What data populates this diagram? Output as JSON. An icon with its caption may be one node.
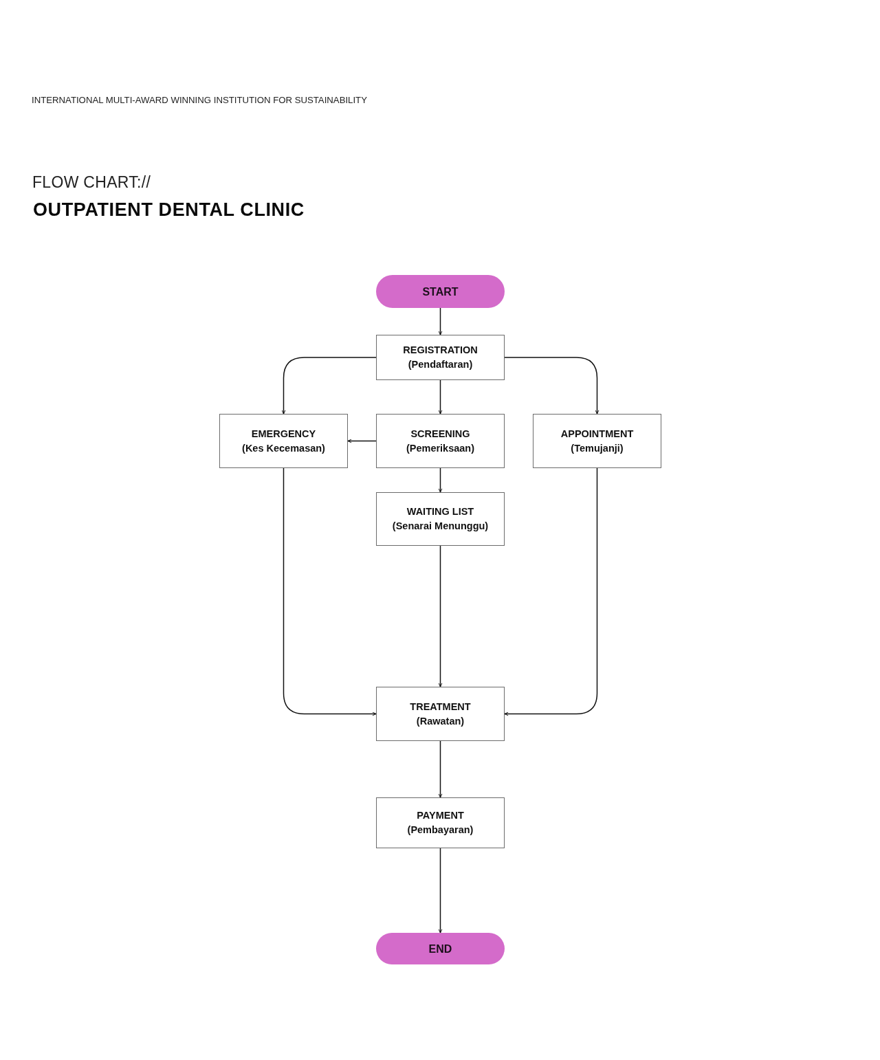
{
  "diagram": {
    "title": "OUTPATIENT DENTAL CLINIC",
    "nodes": [
      {
        "text": [
          "START"
        ]
      },
      {
        "text": [
          "REGISTRATION",
          "(Pendaftaran)"
        ]
      },
      {
        "text": [
          "EMERGENCY",
          "(Kes Kecemasan)"
        ]
      },
      {
        "text": [
          "SCREENING",
          "(Pemeriksaan)"
        ]
      },
      {
        "text": [
          "APPOINTMENT",
          "(Temujanji)"
        ]
      },
      {
        "text": [
          "WAITING LIST",
          "(Senarai Menunggu)"
        ]
      },
      {
        "text": [
          "TREATMENT",
          "(Rawatan)"
        ]
      },
      {
        "text": [
          "PAYMENT",
          "(Pembayaran)"
        ]
      },
      {
        "text": [
          "END"
        ]
      }
    ],
    "edges": [
      {
        "from": 0,
        "to": 1,
        "arrow": "to"
      },
      {
        "from": 1,
        "to": 2,
        "arrow": "to"
      },
      {
        "from": 1,
        "to": 3,
        "arrow": "to"
      },
      {
        "from": 1,
        "to": 4,
        "arrow": "to"
      },
      {
        "from": 3,
        "to": 2,
        "arrow": "to"
      },
      {
        "from": 3,
        "to": 5,
        "arrow": "to"
      },
      {
        "from": 5,
        "to": 6,
        "arrow": "to"
      },
      {
        "from": 2,
        "to": 6,
        "arrow": "to"
      },
      {
        "from": 4,
        "to": 6,
        "arrow": "to"
      },
      {
        "from": 6,
        "to": 7,
        "arrow": "to"
      },
      {
        "from": 7,
        "to": 8,
        "arrow": "to"
      }
    ],
    "labels": [
      "INTERNATIONAL MULTI-AWARD WINNING INSTITUTION FOR SUSTAINABILITY",
      "FLOW CHART://"
    ]
  }
}
